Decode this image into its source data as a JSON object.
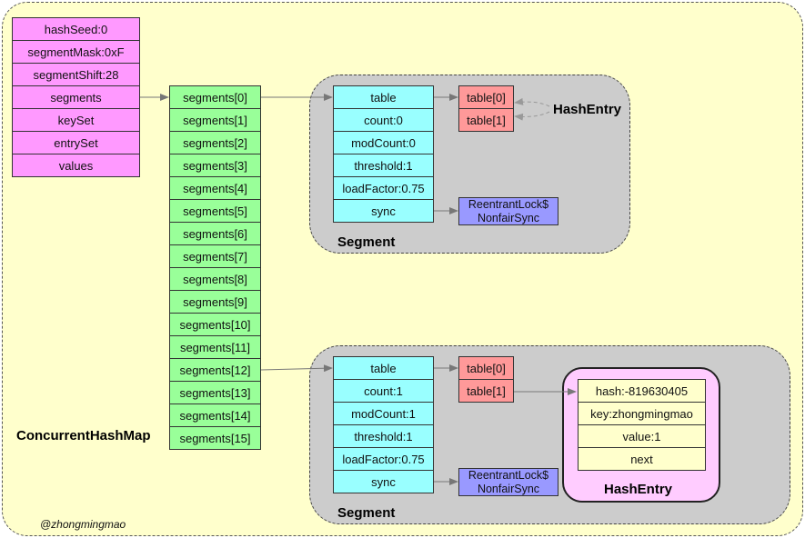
{
  "concurrent_hash_map": {
    "label": "ConcurrentHashMap",
    "fields": [
      "hashSeed:0",
      "segmentMask:0xF",
      "segmentShift:28",
      "segments",
      "keySet",
      "entrySet",
      "values"
    ]
  },
  "segments_array": [
    "segments[0]",
    "segments[1]",
    "segments[2]",
    "segments[3]",
    "segments[4]",
    "segments[5]",
    "segments[6]",
    "segments[7]",
    "segments[8]",
    "segments[9]",
    "segments[10]",
    "segments[11]",
    "segments[12]",
    "segments[13]",
    "segments[14]",
    "segments[15]"
  ],
  "segment_top": {
    "label": "Segment",
    "fields": [
      "table",
      "count:0",
      "modCount:0",
      "threshold:1",
      "loadFactor:0.75",
      "sync"
    ],
    "table": [
      "table[0]",
      "table[1]"
    ],
    "lock": [
      "ReentrantLock$",
      "NonfairSync"
    ],
    "hash_entry_label": "HashEntry"
  },
  "segment_bottom": {
    "label": "Segment",
    "fields": [
      "table",
      "count:1",
      "modCount:1",
      "threshold:1",
      "loadFactor:0.75",
      "sync"
    ],
    "table": [
      "table[0]",
      "table[1]"
    ],
    "lock": [
      "ReentrantLock$",
      "NonfairSync"
    ]
  },
  "hash_entry": {
    "label": "HashEntry",
    "fields": [
      "hash:-819630405",
      "key:zhongmingmao",
      "value:1",
      "next"
    ]
  },
  "watermark": "@zhongmingmao",
  "colors": {
    "background": "#ffffcc",
    "map_fields": "#ff99ff",
    "segments_array": "#99ff99",
    "segment_fields": "#99ffff",
    "table_cells": "#ff9999",
    "lock": "#9999ff",
    "segment_panel": "#cccccc",
    "hash_entry_panel": "#ffccff"
  }
}
